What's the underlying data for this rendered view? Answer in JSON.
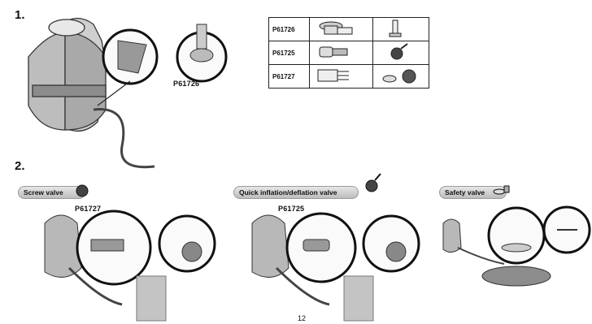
{
  "steps": [
    {
      "number": "1."
    },
    {
      "number": "2."
    }
  ],
  "step1": {
    "callout_part": "P61726"
  },
  "parts_table": {
    "rows": [
      {
        "part": "P61726"
      },
      {
        "part": "P61725"
      },
      {
        "part": "P61727"
      }
    ]
  },
  "step2": {
    "panels": [
      {
        "tag": "Screw valve",
        "part": "P61727",
        "icon": "screw-valve-icon"
      },
      {
        "tag": "Quick inflation/deflation valve",
        "part": "P61725",
        "icon": "quick-valve-icon"
      },
      {
        "tag": "Safety valve",
        "icon": "safety-valve-icon"
      }
    ]
  },
  "page_number": "12"
}
